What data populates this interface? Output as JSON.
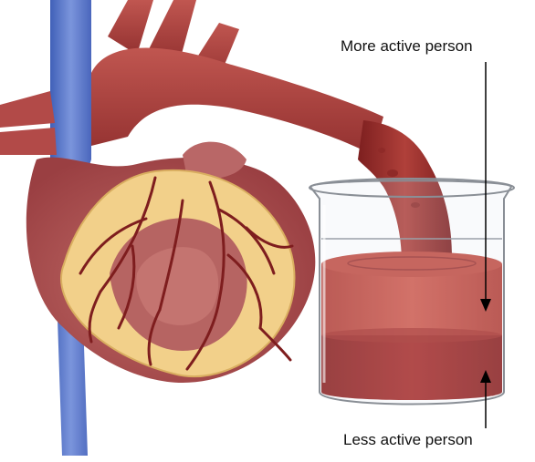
{
  "labels": {
    "more_active": "More active person",
    "less_active": "Less active person"
  },
  "colors": {
    "vein_blue": "#5a74c8",
    "heart_red": "#a83a38",
    "fat_yellow": "#f2d08a",
    "vessel_dark": "#7e1d1e",
    "blood_upper": "#c0473e",
    "blood_lower": "#9c2422",
    "glass_outline": "#8a8f96"
  },
  "icons": {
    "heart": "heart-illustration",
    "beaker": "beaker-illustration",
    "arrow_down": "arrow-down-icon",
    "arrow_up": "arrow-up-icon"
  }
}
